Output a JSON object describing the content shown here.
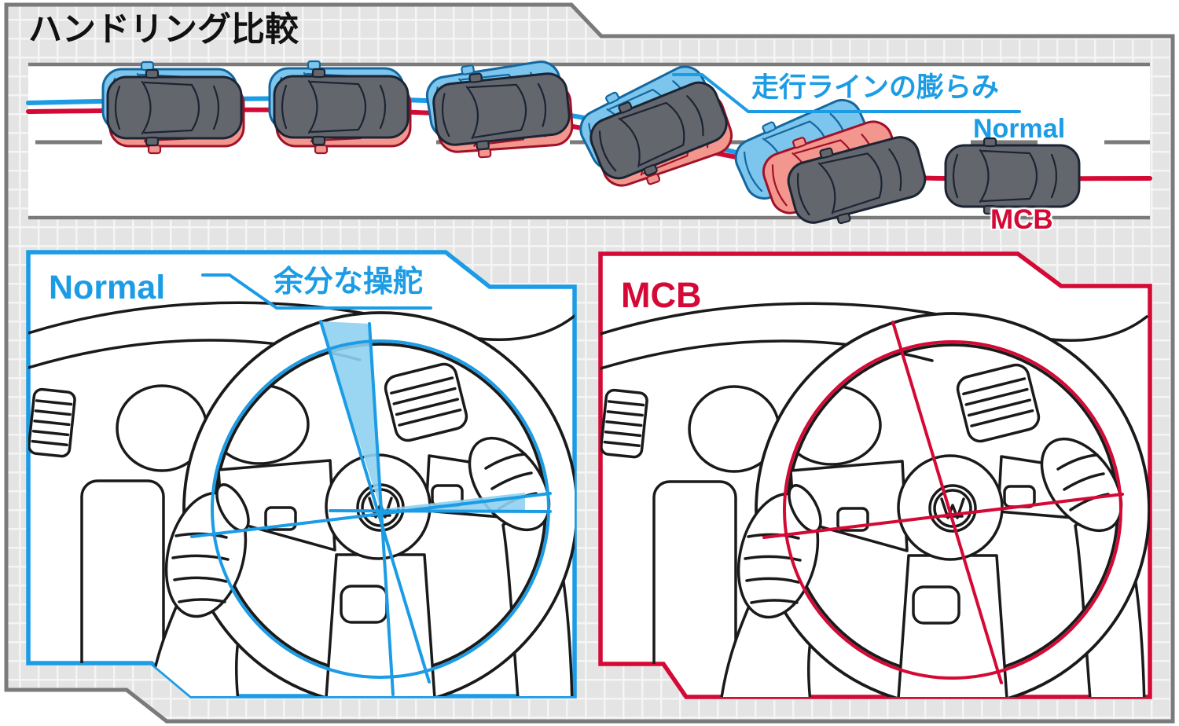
{
  "title": "ハンドリング比較",
  "road": {
    "bulge_label": "走行ラインの膨らみ",
    "normal_label": "Normal",
    "mcb_label": "MCB"
  },
  "panels": {
    "normal": {
      "label": "Normal",
      "callout": "余分な操舵"
    },
    "mcb": {
      "label": "MCB"
    }
  },
  "colors": {
    "normal_blue": "#1b9ce5",
    "normal_blue_fill": "#8fd0f1",
    "mcb_red": "#d40935",
    "frame_gray": "#7a7a7a",
    "grid_background": "#e4e4e4",
    "road_white": "#ffffff",
    "car_body_gray": "#63676d",
    "car_outline_navy": "#1c2434",
    "ghost_blue": "#7cc6ee",
    "ghost_red": "#f2968e",
    "line_art_black": "#1a1a1a"
  }
}
